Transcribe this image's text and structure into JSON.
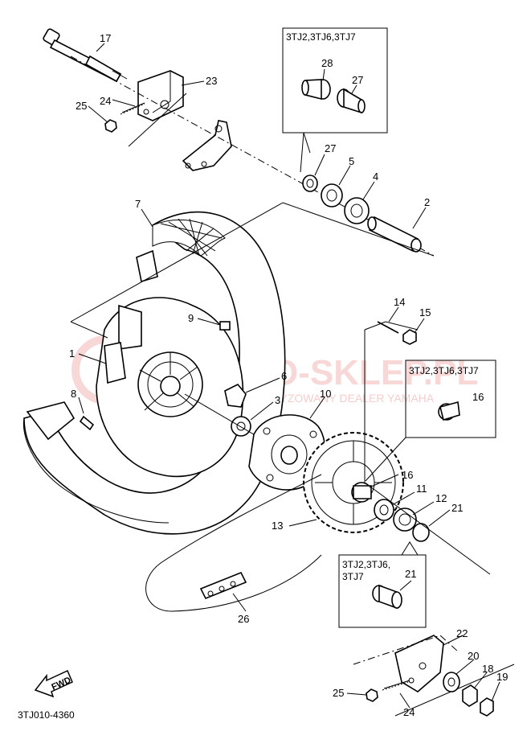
{
  "diagram": {
    "drawing_code": "3TJ010-4360",
    "watermark": {
      "main": "MOTO-SKLEP.PL",
      "sub": "AUTORYZOWANY DEALER YAMAHA"
    },
    "fwd_label": "FWD",
    "variant_boxes": {
      "top": "3TJ2,3TJ6,3TJ7",
      "middle": "3TJ2,3TJ6,3TJ7",
      "bottom_line1": "3TJ2,3TJ6,",
      "bottom_line2": "3TJ7"
    },
    "callouts": {
      "p1": "1",
      "p2": "2",
      "p3": "3",
      "p4": "4",
      "p5": "5",
      "p6": "6",
      "p7": "7",
      "p8": "8",
      "p9": "9",
      "p10": "10",
      "p11": "11",
      "p12": "12",
      "p13": "13",
      "p14": "14",
      "p15": "15",
      "p16a": "16",
      "p16b": "16",
      "p17": "17",
      "p18": "18",
      "p19": "19",
      "p20": "20",
      "p21a": "21",
      "p21b": "21",
      "p22": "22",
      "p23": "23",
      "p24a": "24",
      "p24b": "24",
      "p25a": "25",
      "p25b": "25",
      "p26": "26",
      "p27a": "27",
      "p27b": "27",
      "p28": "28"
    }
  }
}
